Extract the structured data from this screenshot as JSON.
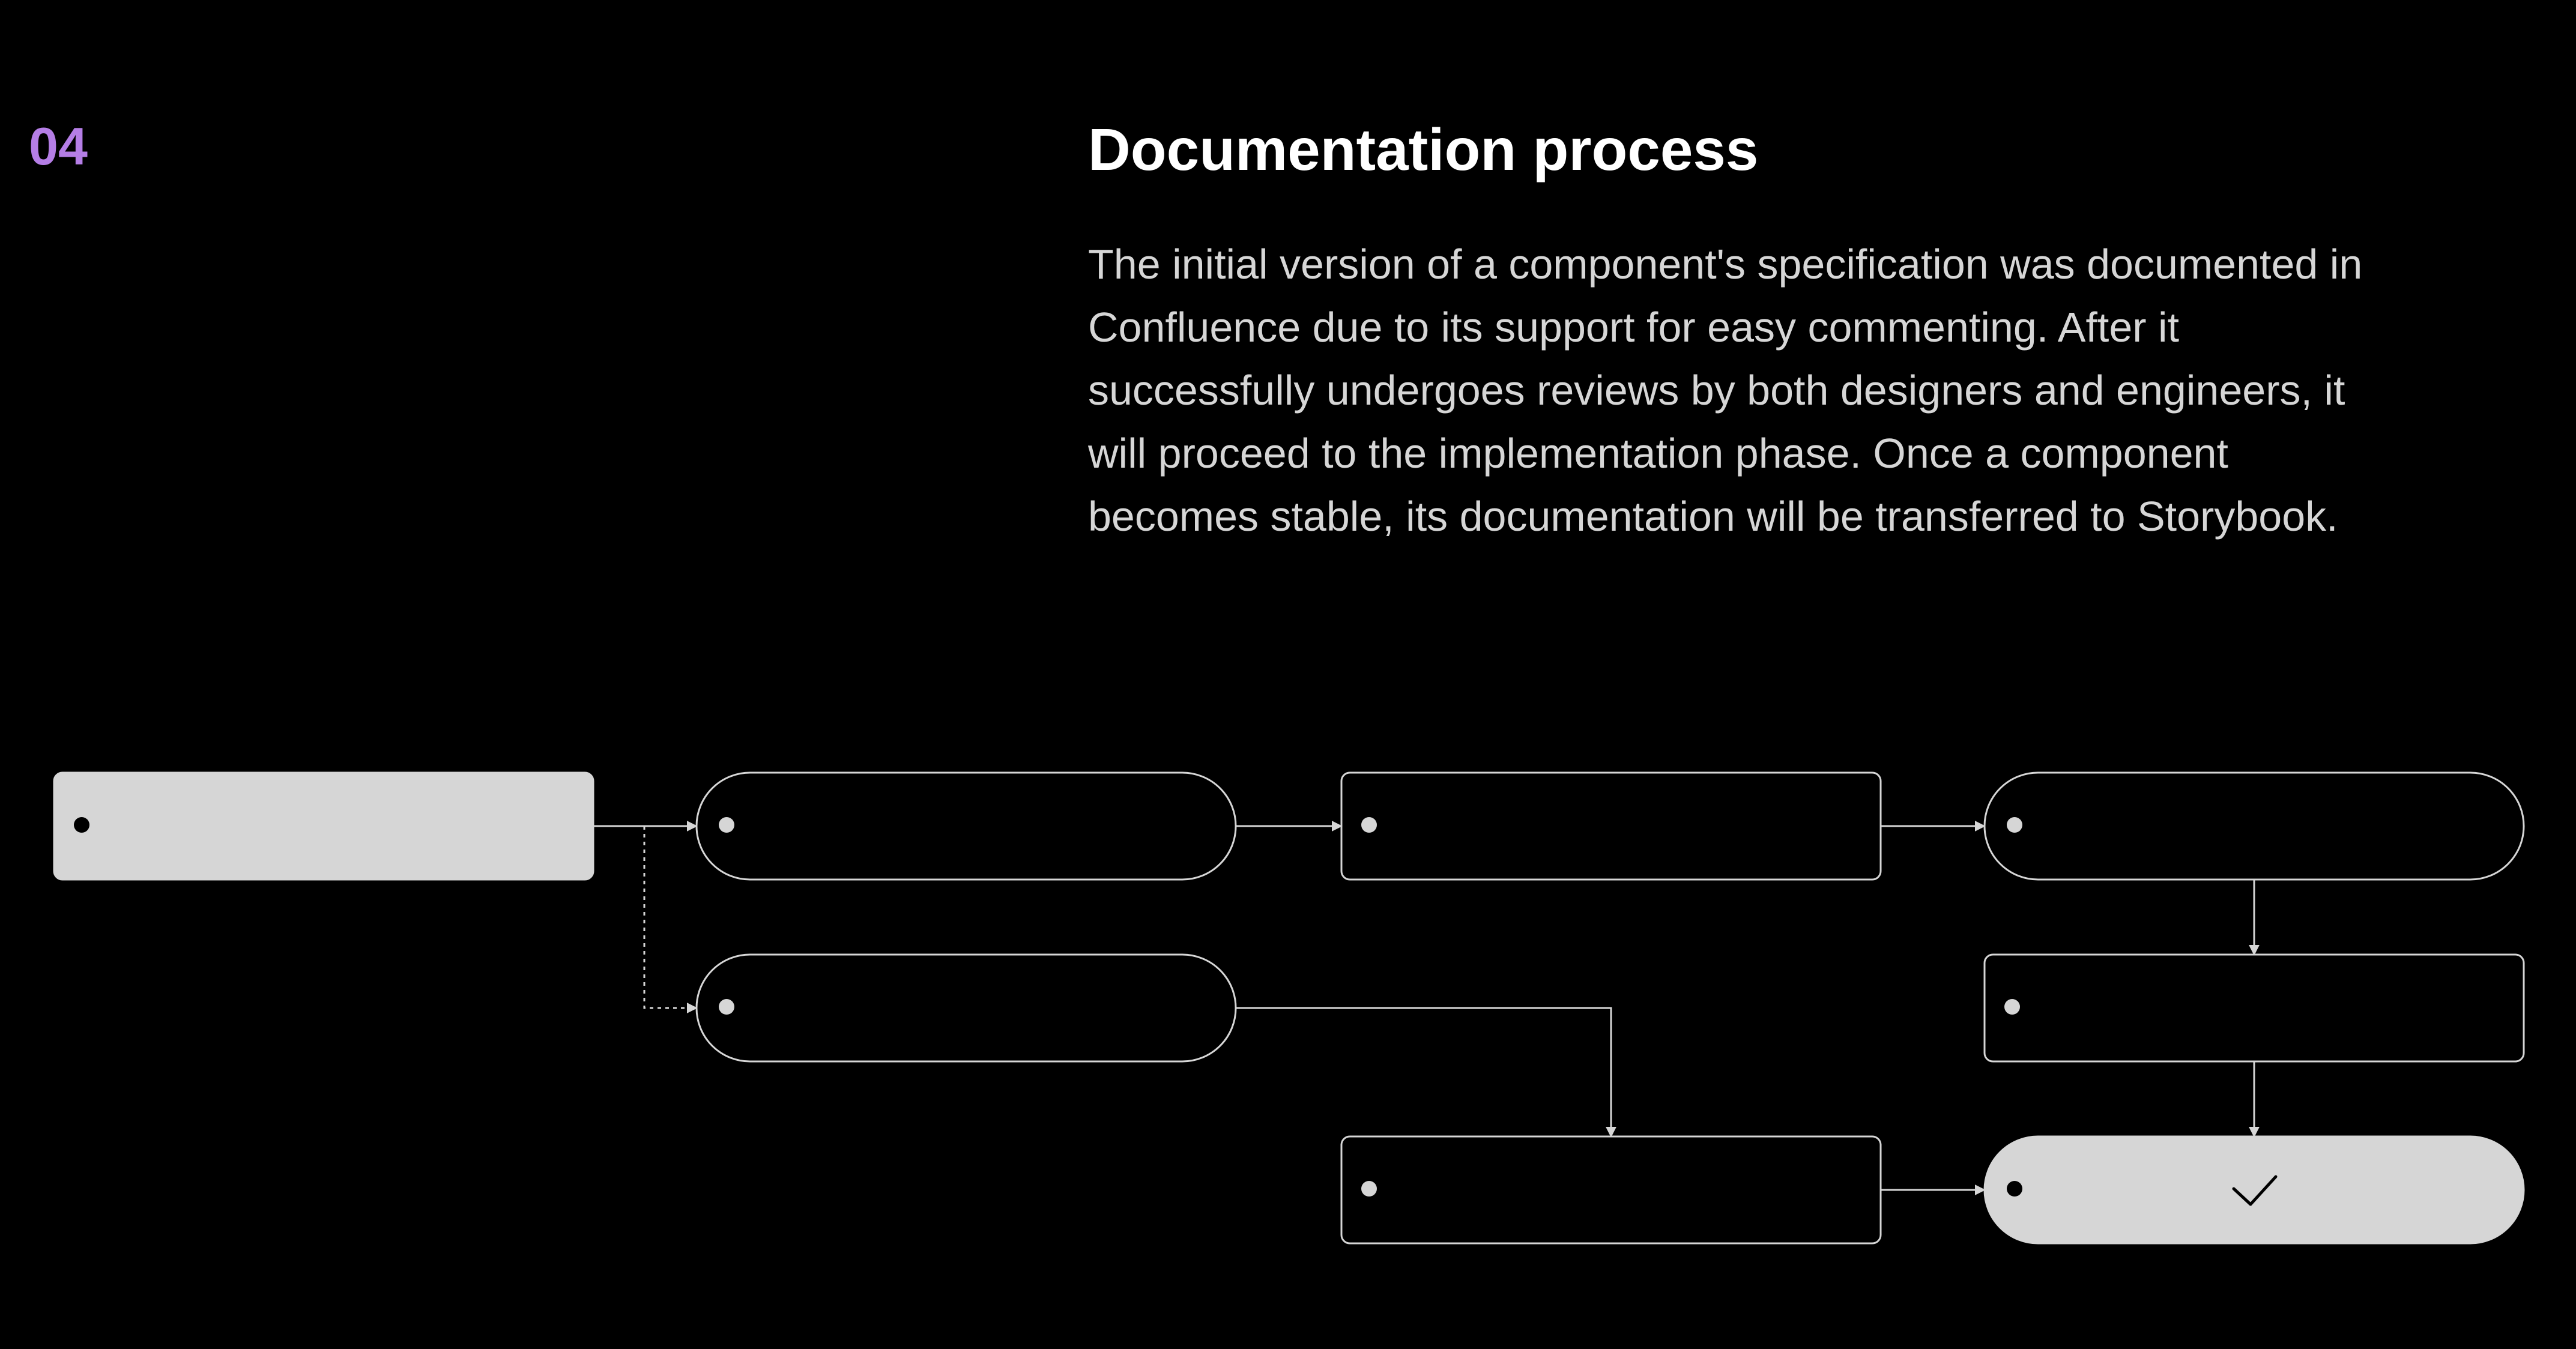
{
  "section": {
    "number": "04",
    "title": "Documentation process",
    "body_lines": [
      "The initial version of a component's specification was documented in",
      "Confluence due to its support for easy commenting. After it",
      "successfully undergoes reviews by both designers and engineers, it",
      "will proceed to the implementation phase. Once a component",
      "becomes stable, its documentation will be transferred to Storybook."
    ]
  },
  "colors": {
    "background": "#000000",
    "accent": "#b57ee6",
    "title": "#ffffff",
    "body": "#d6d6d6",
    "node_stroke": "#d6d6d6",
    "node_filled": "#d6d6d6",
    "connector": "#d6d6d6"
  },
  "diagram": {
    "nodes": [
      {
        "id": "n1",
        "shape": "rect",
        "filled": true
      },
      {
        "id": "n2",
        "shape": "pill",
        "filled": false
      },
      {
        "id": "n3",
        "shape": "rect",
        "filled": false
      },
      {
        "id": "n4",
        "shape": "pill",
        "filled": false
      },
      {
        "id": "n5",
        "shape": "pill",
        "filled": false
      },
      {
        "id": "n6",
        "shape": "rect",
        "filled": false
      },
      {
        "id": "n7",
        "shape": "rect",
        "filled": false
      },
      {
        "id": "n8",
        "shape": "pill",
        "filled": true,
        "icon": "checkmark-icon"
      }
    ],
    "edges": [
      {
        "from": "n1",
        "to": "n2",
        "style": "solid"
      },
      {
        "from": "n2",
        "to": "n3",
        "style": "solid"
      },
      {
        "from": "n3",
        "to": "n4",
        "style": "solid"
      },
      {
        "from": "n1",
        "to": "n5",
        "style": "dotted"
      },
      {
        "from": "n4",
        "to": "n6",
        "style": "solid"
      },
      {
        "from": "n6",
        "to": "n8",
        "style": "solid"
      },
      {
        "from": "n5",
        "to": "n7",
        "style": "solid"
      },
      {
        "from": "n7",
        "to": "n8",
        "style": "solid"
      }
    ]
  }
}
